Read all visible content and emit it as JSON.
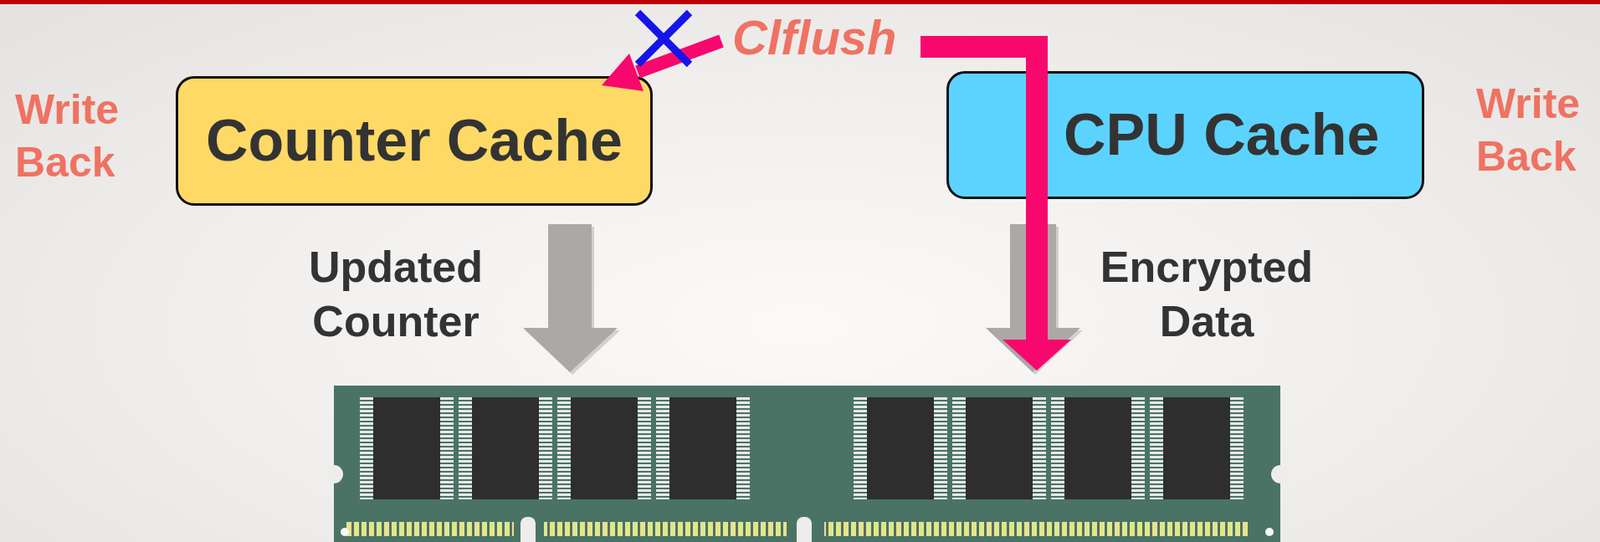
{
  "diagram": {
    "nodes": [
      {
        "text": [
          "Counter Cache"
        ]
      },
      {
        "text": [
          "CPU Cache"
        ]
      }
    ],
    "labels": [
      "Clflush",
      "Write Back",
      "Write Back",
      "Updated Counter",
      "Encrypted Data"
    ]
  }
}
